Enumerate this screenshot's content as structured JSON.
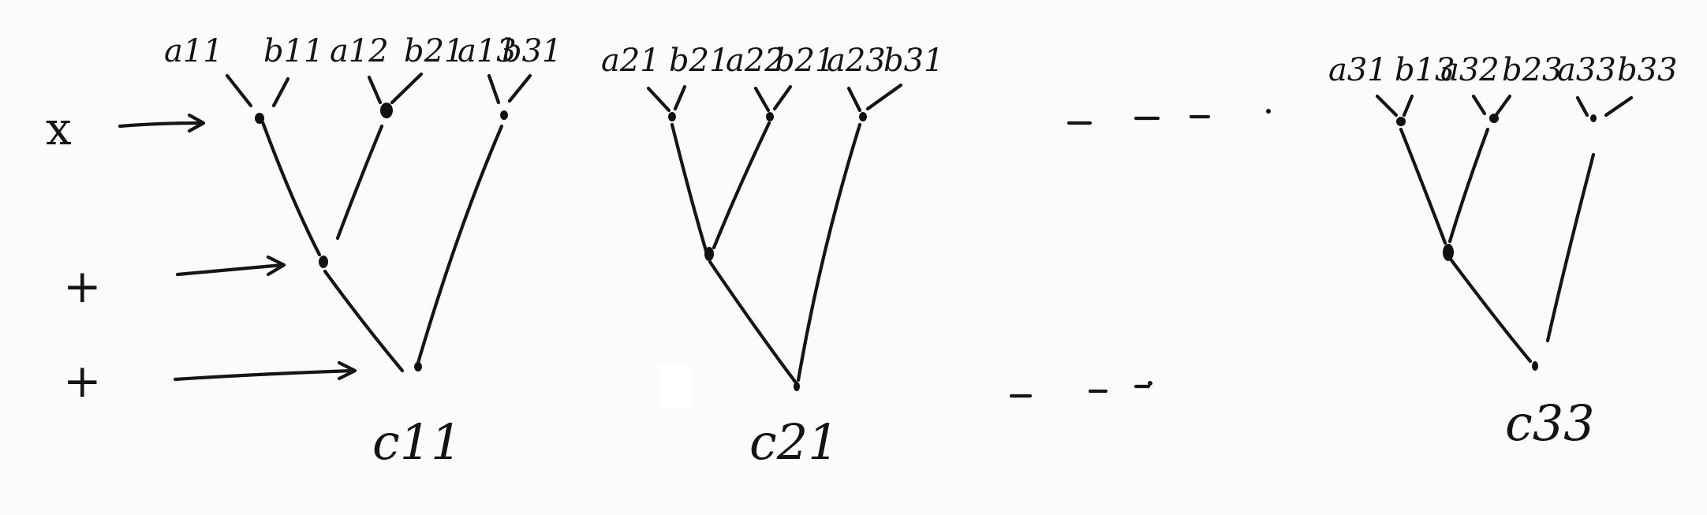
{
  "row_labels": [
    "x",
    "+",
    "+"
  ],
  "trees": [
    {
      "leaves": [
        [
          "a11",
          "b11"
        ],
        [
          "a12",
          "b21"
        ],
        [
          "a13",
          "b31"
        ]
      ],
      "result": "c11"
    },
    {
      "leaves": [
        [
          "a21",
          "b21"
        ],
        [
          "a22",
          "b21"
        ],
        [
          "a23",
          "b31"
        ]
      ],
      "result": "c21"
    },
    {
      "leaves": [
        [
          "a31",
          "b13"
        ],
        [
          "a32",
          "b23"
        ],
        [
          "a33",
          "b33"
        ]
      ],
      "result": "c33"
    }
  ],
  "ellipsis": ". . . ."
}
